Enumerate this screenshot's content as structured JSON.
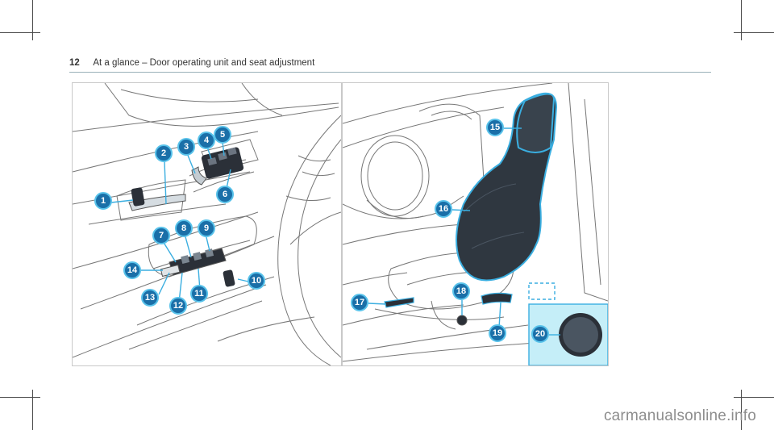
{
  "header": {
    "page_number": "12",
    "title": "At a glance – Door operating unit and seat adjustment"
  },
  "callouts": {
    "c1": "1",
    "c2": "2",
    "c3": "3",
    "c4": "4",
    "c5": "5",
    "c6": "6",
    "c7": "7",
    "c8": "8",
    "c9": "9",
    "c10": "10",
    "c11": "11",
    "c12": "12",
    "c13": "13",
    "c14": "14",
    "c15": "15",
    "c16": "16",
    "c17": "17",
    "c18": "18",
    "c19": "19",
    "c20": "20"
  },
  "footer": {
    "watermark": "carmanualsonline.info"
  },
  "colors": {
    "callout_fill": "#1a6fa8",
    "callout_ring": "#58c2ea",
    "highlight": "#3aaee0",
    "inset_bg": "#c5eef8"
  }
}
